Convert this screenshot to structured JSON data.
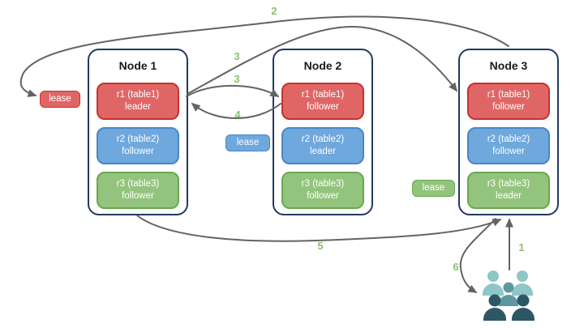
{
  "nodes": [
    {
      "title": "Node 1",
      "ranges": [
        {
          "name": "r1 (table1)",
          "role": "leader",
          "color": "#e06666"
        },
        {
          "name": "r2 (table2)",
          "role": "follower",
          "color": "#6fa8dc"
        },
        {
          "name": "r3 (table3)",
          "role": "follower",
          "color": "#93c47d"
        }
      ]
    },
    {
      "title": "Node 2",
      "ranges": [
        {
          "name": "r1 (table1)",
          "role": "follower",
          "color": "#e06666"
        },
        {
          "name": "r2 (table2)",
          "role": "leader",
          "color": "#6fa8dc"
        },
        {
          "name": "r3 (table3)",
          "role": "follower",
          "color": "#93c47d"
        }
      ]
    },
    {
      "title": "Node 3",
      "ranges": [
        {
          "name": "r1 (table1)",
          "role": "follower",
          "color": "#e06666"
        },
        {
          "name": "r2 (table2)",
          "role": "follower",
          "color": "#6fa8dc"
        },
        {
          "name": "r3 (table3)",
          "role": "leader",
          "color": "#93c47d"
        }
      ]
    }
  ],
  "leases": [
    {
      "label": "lease",
      "color": "#e06666"
    },
    {
      "label": "lease",
      "color": "#6fa8dc"
    },
    {
      "label": "lease",
      "color": "#93c47d"
    }
  ],
  "step_labels": {
    "s1": "1",
    "s2": "2",
    "s3_upper": "3",
    "s3_lower": "3",
    "s4": "4",
    "s5": "5",
    "s6": "6"
  },
  "colors": {
    "node_border": "#223a5e",
    "arrow": "#636363",
    "step_label": "#8cbe6e",
    "client_light": "#8fc6c8",
    "client_medium": "#5d98a1",
    "client_dark": "#2d5765"
  }
}
